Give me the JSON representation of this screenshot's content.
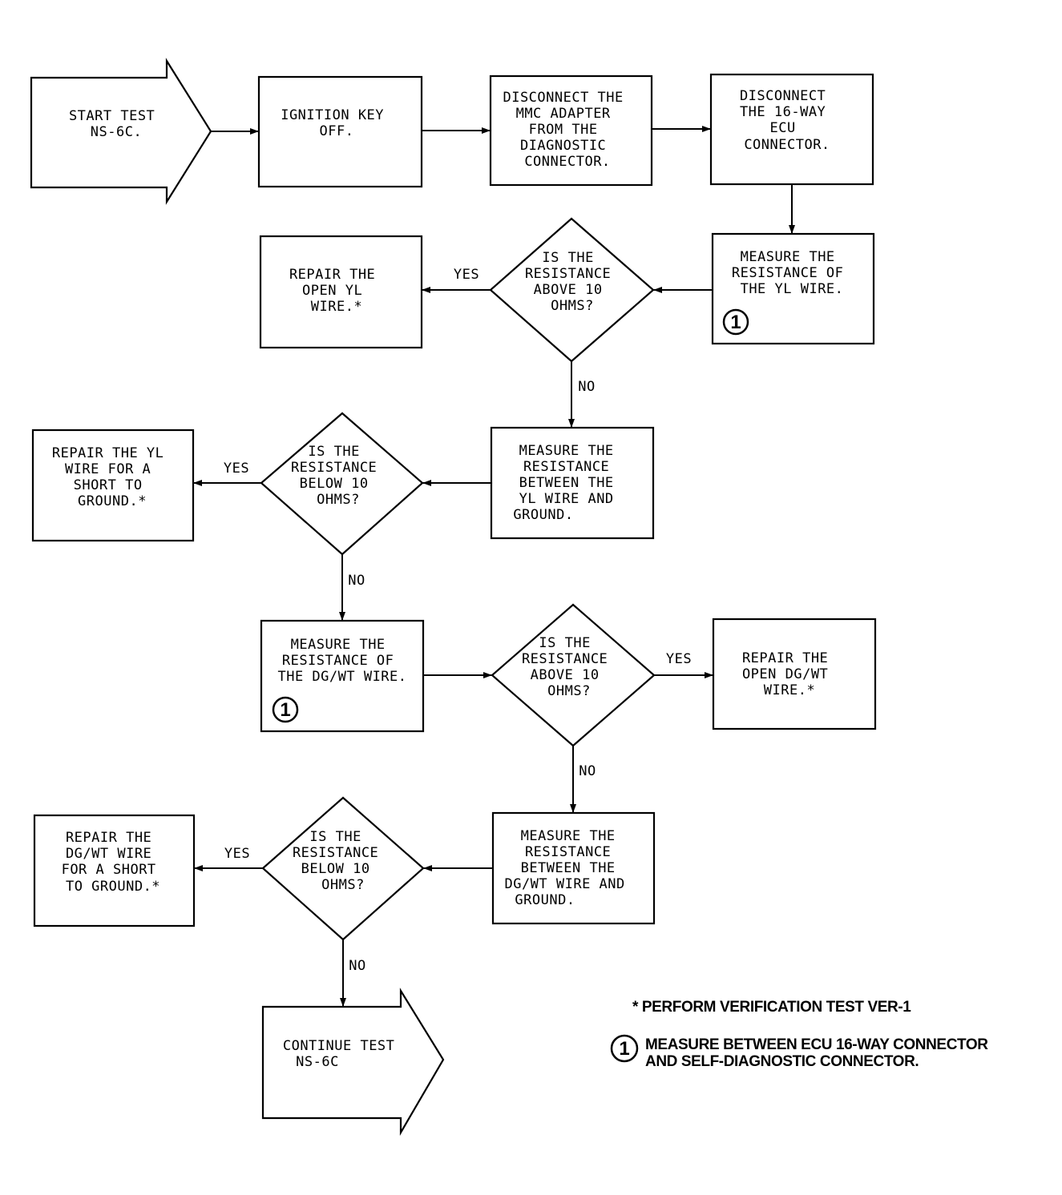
{
  "nodes": {
    "start": [
      "START TEST",
      "NS-6C."
    ],
    "ignition": [
      "IGNITION KEY",
      "OFF."
    ],
    "disconnect_mmc": [
      "DISCONNECT THE",
      "MMC ADAPTER",
      "FROM THE",
      "DIAGNOSTIC",
      "CONNECTOR."
    ],
    "disconnect_ecu": [
      "DISCONNECT",
      "THE 16-WAY",
      "ECU",
      "CONNECTOR."
    ],
    "measure_yl": [
      "MEASURE THE",
      "RESISTANCE OF",
      "THE YL WIRE."
    ],
    "decision_yl_above": [
      "IS THE",
      "RESISTANCE",
      "ABOVE 10",
      "OHMS?"
    ],
    "repair_open_yl": [
      "REPAIR THE",
      "OPEN YL",
      "WIRE.*"
    ],
    "measure_yl_ground": [
      "MEASURE THE",
      "RESISTANCE",
      "BETWEEN THE",
      "YL WIRE AND",
      "GROUND."
    ],
    "decision_yl_below": [
      "IS THE",
      "RESISTANCE",
      "BELOW 10",
      "OHMS?"
    ],
    "repair_yl_short": [
      "REPAIR THE YL",
      "WIRE FOR A",
      "SHORT TO",
      "GROUND.*"
    ],
    "measure_dgwt": [
      "MEASURE THE",
      "RESISTANCE OF",
      "THE DG/WT WIRE."
    ],
    "decision_dgwt_above": [
      "IS THE",
      "RESISTANCE",
      "ABOVE 10",
      "OHMS?"
    ],
    "repair_open_dgwt": [
      "REPAIR THE",
      "OPEN DG/WT",
      "WIRE.*"
    ],
    "measure_dgwt_ground": [
      "MEASURE THE",
      "RESISTANCE",
      "BETWEEN THE",
      "DG/WT WIRE AND",
      "GROUND."
    ],
    "decision_dgwt_below": [
      "IS THE",
      "RESISTANCE",
      "BELOW 10",
      "OHMS?"
    ],
    "repair_dgwt_short": [
      "REPAIR THE",
      "DG/WT WIRE",
      "FOR A SHORT",
      "TO GROUND.*"
    ],
    "continue": [
      "CONTINUE TEST",
      "NS-6C"
    ]
  },
  "edge_labels": {
    "yes": "YES",
    "no": "NO"
  },
  "step_marker": "1",
  "legend": {
    "note1": "* PERFORM VERIFICATION TEST VER-1",
    "note2_line1": "MEASURE BETWEEN ECU 16-WAY CONNECTOR",
    "note2_line2": "AND SELF-DIAGNOSTIC CONNECTOR."
  }
}
